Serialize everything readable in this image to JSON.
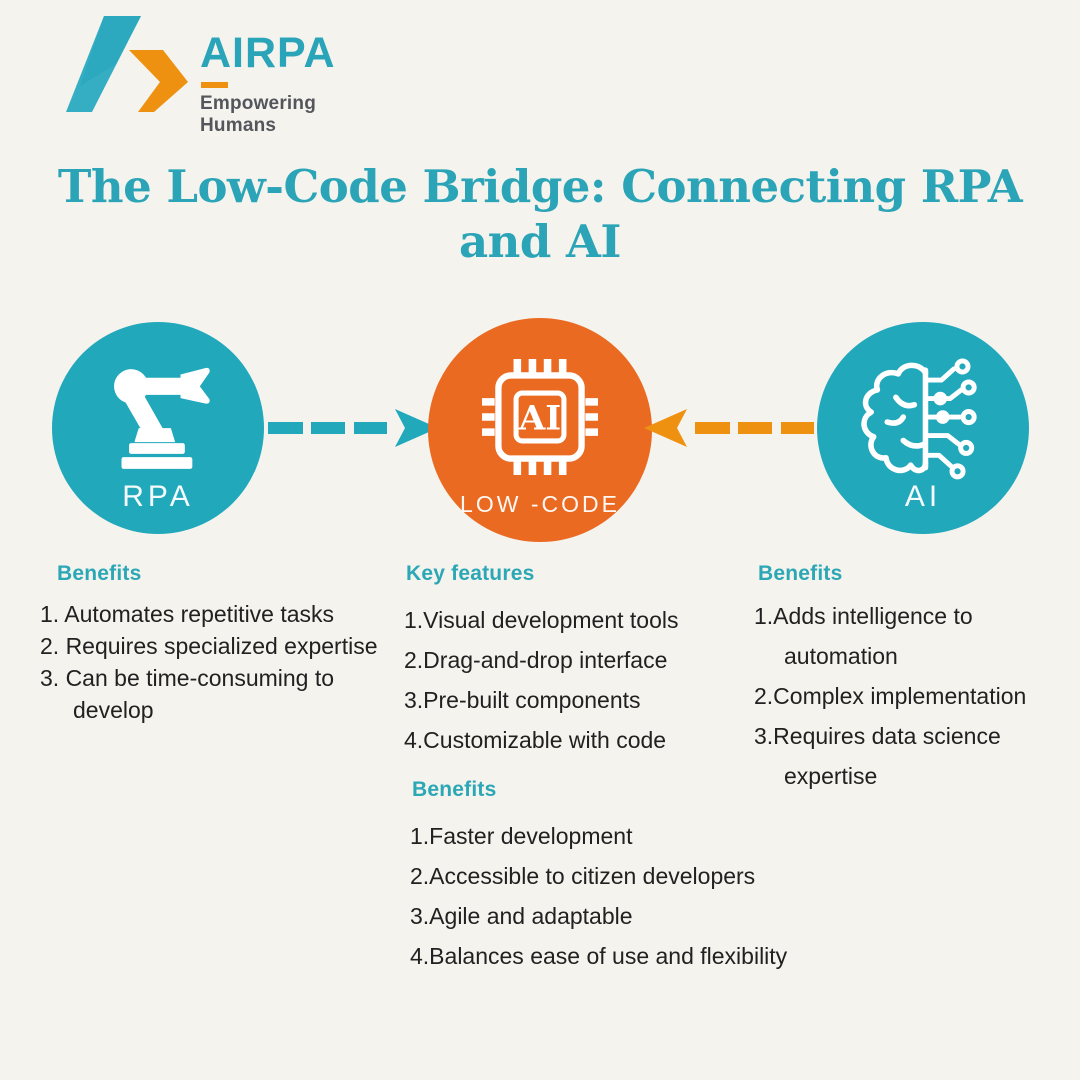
{
  "brand": {
    "name": "AIRPA",
    "tagline": "Empowering Humans"
  },
  "title": {
    "line1": "The Low-Code Bridge: Connecting RPA",
    "line2": "and AI"
  },
  "diagram": {
    "nodes": [
      {
        "id": "rpa",
        "label": "RPA",
        "icon": "robot-arm-icon",
        "color": "#21A8BB"
      },
      {
        "id": "lowcode",
        "label": "LOW -CODE",
        "icon": "ai-chip-icon",
        "chip_text": "AI",
        "color": "#EB6A22"
      },
      {
        "id": "ai",
        "label": "AI",
        "icon": "brain-circuit-icon",
        "color": "#21A8BB"
      }
    ],
    "arrows": [
      {
        "from": "rpa",
        "to": "lowcode",
        "style": "dashed",
        "color": "#21A8BB",
        "direction": "right"
      },
      {
        "from": "ai",
        "to": "lowcode",
        "style": "dashed",
        "color": "#EE9111",
        "direction": "left"
      }
    ]
  },
  "sections": {
    "rpa": {
      "heading": "Benefits",
      "items": [
        "1. Automates repetitive tasks",
        "2. Requires specialized expertise",
        "3. Can be time-consuming to develop"
      ]
    },
    "lowcode_features": {
      "heading": "Key features",
      "items": [
        "1.Visual development tools",
        "2.Drag-and-drop interface",
        "3.Pre-built components",
        "4.Customizable with code"
      ]
    },
    "lowcode_benefits": {
      "heading": "Benefits",
      "items": [
        "1.Faster development",
        "2.Accessible to citizen developers",
        "3.Agile and adaptable",
        "4.Balances ease of use and flexibility"
      ]
    },
    "ai": {
      "heading": "Benefits",
      "items": [
        "1.Adds intelligence to automation",
        "2.Complex implementation",
        "3.Requires data science expertise"
      ]
    }
  },
  "colors": {
    "background": "#F4F3EE",
    "teal": "#21A8BB",
    "orange": "#EB6A22",
    "amber": "#EE9111",
    "heading_teal": "#2CA7B5",
    "title_teal": "#2AA4B6",
    "body_text": "#212121"
  }
}
